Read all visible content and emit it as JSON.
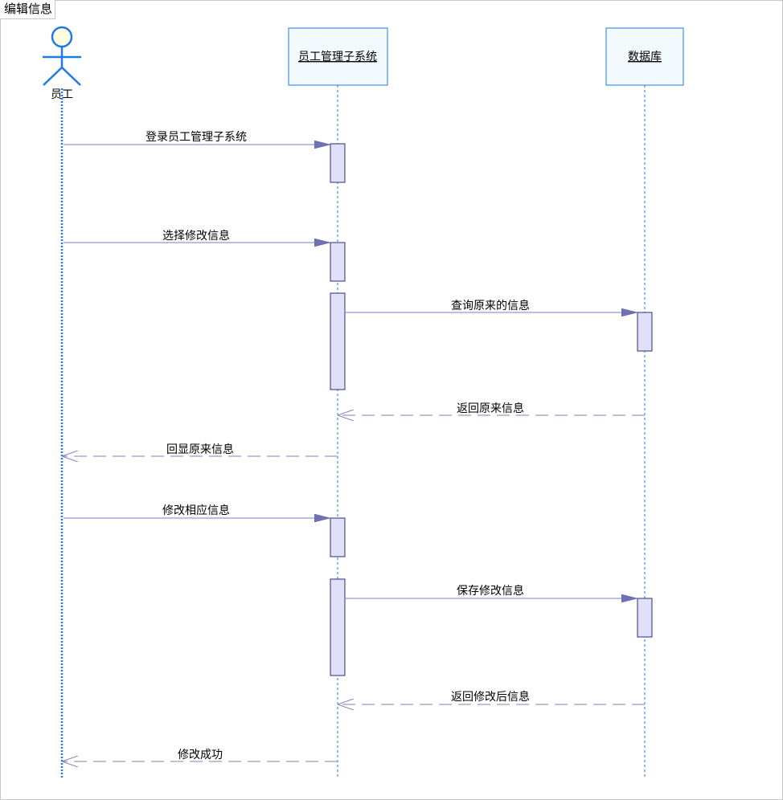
{
  "frame": {
    "title": "编辑信息"
  },
  "colors": {
    "lifeline": "#1e7ae6",
    "header_fill": "#f2fafe",
    "activation_fill": "#e0e0f8",
    "activation_stroke": "#2e2e78",
    "message": "#7c7cbc",
    "arrowhead": "#7070b4",
    "actor_head_fill": "#fffde0"
  },
  "participants": [
    {
      "id": "employee",
      "label": "员工",
      "kind": "actor"
    },
    {
      "id": "subsystem",
      "label": "员工管理子系统",
      "kind": "object"
    },
    {
      "id": "database",
      "label": "数据库",
      "kind": "object"
    }
  ],
  "messages": [
    {
      "id": "m1",
      "from": "employee",
      "to": "subsystem",
      "type": "call",
      "label": "登录员工管理子系统"
    },
    {
      "id": "m2",
      "from": "employee",
      "to": "subsystem",
      "type": "call",
      "label": "选择修改信息"
    },
    {
      "id": "m3",
      "from": "subsystem",
      "to": "database",
      "type": "call",
      "label": "查询原来的信息"
    },
    {
      "id": "m4",
      "from": "database",
      "to": "subsystem",
      "type": "return",
      "label": "返回原来信息"
    },
    {
      "id": "m5",
      "from": "subsystem",
      "to": "employee",
      "type": "return",
      "label": "回显原来信息"
    },
    {
      "id": "m6",
      "from": "employee",
      "to": "subsystem",
      "type": "call",
      "label": "修改相应信息"
    },
    {
      "id": "m7",
      "from": "subsystem",
      "to": "database",
      "type": "call",
      "label": "保存修改信息"
    },
    {
      "id": "m8",
      "from": "database",
      "to": "subsystem",
      "type": "return",
      "label": "返回修改后信息"
    },
    {
      "id": "m9",
      "from": "subsystem",
      "to": "employee",
      "type": "return",
      "label": "修改成功"
    }
  ]
}
